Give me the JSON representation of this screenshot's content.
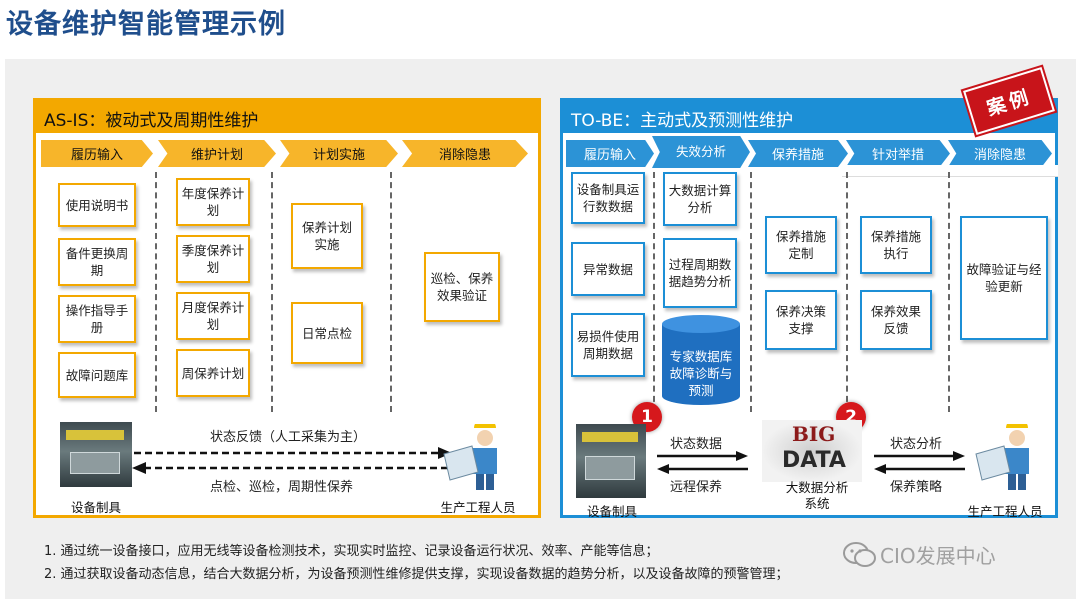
{
  "slide": {
    "title": "设备维护智能管理示例"
  },
  "asis": {
    "header": "AS-IS：被动式及周期性维护",
    "steps": [
      "履历输入",
      "维护计划",
      "计划实施",
      "消除隐患"
    ],
    "col1": [
      "使用说明书",
      "备件更换周期",
      "操作指导手册",
      "故障问题库"
    ],
    "col2": [
      "年度保养计划",
      "季度保养计划",
      "月度保养计划",
      "周保养计划"
    ],
    "col3": [
      "保养计划实施",
      "日常点检"
    ],
    "col4": [
      "巡检、保养效果验证"
    ],
    "arrow_top": "状态反馈（人工采集为主）",
    "arrow_bottom": "点检、巡检，周期性保养",
    "left_label": "设备制具",
    "right_label": "生产工程人员"
  },
  "tobe": {
    "header": "TO-BE：主动式及预测性维护",
    "stamp": "案例",
    "steps": [
      "履历输入",
      "失效分析",
      "保养措施",
      "针对举措",
      "消除隐患"
    ],
    "col1": [
      "设备制具运行数数据",
      "异常数据",
      "易损件使用周期数据"
    ],
    "col2": [
      "大数据计算分析",
      "过程周期数据趋势分析"
    ],
    "db": "专家数据库故障诊断与预测",
    "col3": [
      "保养措施定制",
      "保养决策支撑"
    ],
    "col4": [
      "保养措施执行",
      "保养效果反馈"
    ],
    "col5": [
      "故障验证与经验更新"
    ],
    "badge1": "1",
    "badge2": "2",
    "arrow1_top": "状态数据",
    "arrow1_bottom": "远程保养",
    "arrow2_top": "状态分析",
    "arrow2_bottom": "保养策略",
    "left_label": "设备制具",
    "mid_label": "大数据分析系统",
    "bigdata_word1": "BIG",
    "bigdata_word2": "DATA",
    "right_label": "生产工程人员"
  },
  "notes": [
    "1.    通过统一设备接口，应用无线等设备检测技术，实现实时监控、记录设备运行状况、效率、产能等信息；",
    "2.    通过获取设备动态信息，结合大数据分析，为设备预测性维修提供支撑，实现设备数据的趋势分析，以及设备故障的预警管理；"
  ],
  "watermark": "CIO发展中心",
  "colors": {
    "asis": "#f3a800",
    "tobe": "#1c8fd6",
    "title": "#1f4e8c",
    "badge": "#d6181c"
  }
}
